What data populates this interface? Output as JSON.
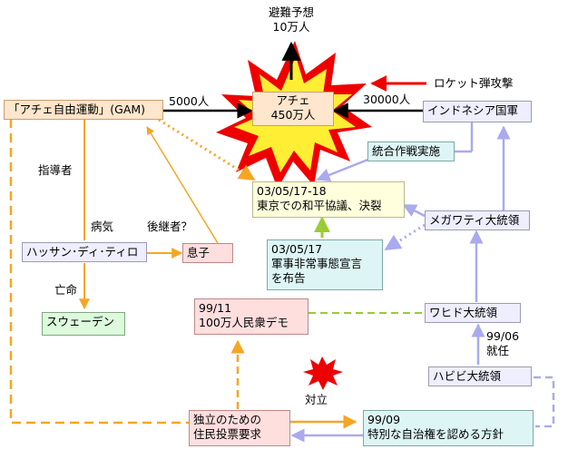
{
  "evac": {
    "line1": "避難予想",
    "line2": "10万人"
  },
  "aceh": {
    "line1": "アチェ",
    "line2": "450万人"
  },
  "rocket_label": "ロケット弾攻撃",
  "gam_box": "「アチェ自由運動」(GAM)",
  "tni_box": "インドネシア国軍",
  "flow_gam": "5000人",
  "flow_tni": "30000人",
  "joint_ops": "統合作戦実施",
  "peace": {
    "date": "03/05/17-18",
    "text": "東京での和平協議、決裂"
  },
  "megawati": "メガワティ大統領",
  "martial": {
    "date": "03/05/17",
    "line1": "軍事非常事態宣言",
    "line2": "を布告"
  },
  "leader_label": "指導者",
  "illness_label": "病気",
  "successor_label": "後継者？",
  "hasan": "ハッサン･ディ･ティロ",
  "son": "息子",
  "exile_label": "亡命",
  "sweden": "スウェーデン",
  "demo": {
    "date": "99/11",
    "text": "100万人民衆デモ"
  },
  "wahid": "ワヒド大統領",
  "inaug": {
    "date": "99/06",
    "text": "就任"
  },
  "habibie": "ハビビ大統領",
  "conflict_label": "対立",
  "referendum": {
    "line1": "独立のための",
    "line2": "住民投票要求"
  },
  "autonomy": {
    "date": "99/09",
    "text": "特別な自治権を認める方針"
  },
  "colors": {
    "orange": "#f6a623",
    "violet": "#aaaaee",
    "green": "#99cc33",
    "red": "#ee0000",
    "yellow_burst": "#ffee33",
    "black": "#000000"
  }
}
